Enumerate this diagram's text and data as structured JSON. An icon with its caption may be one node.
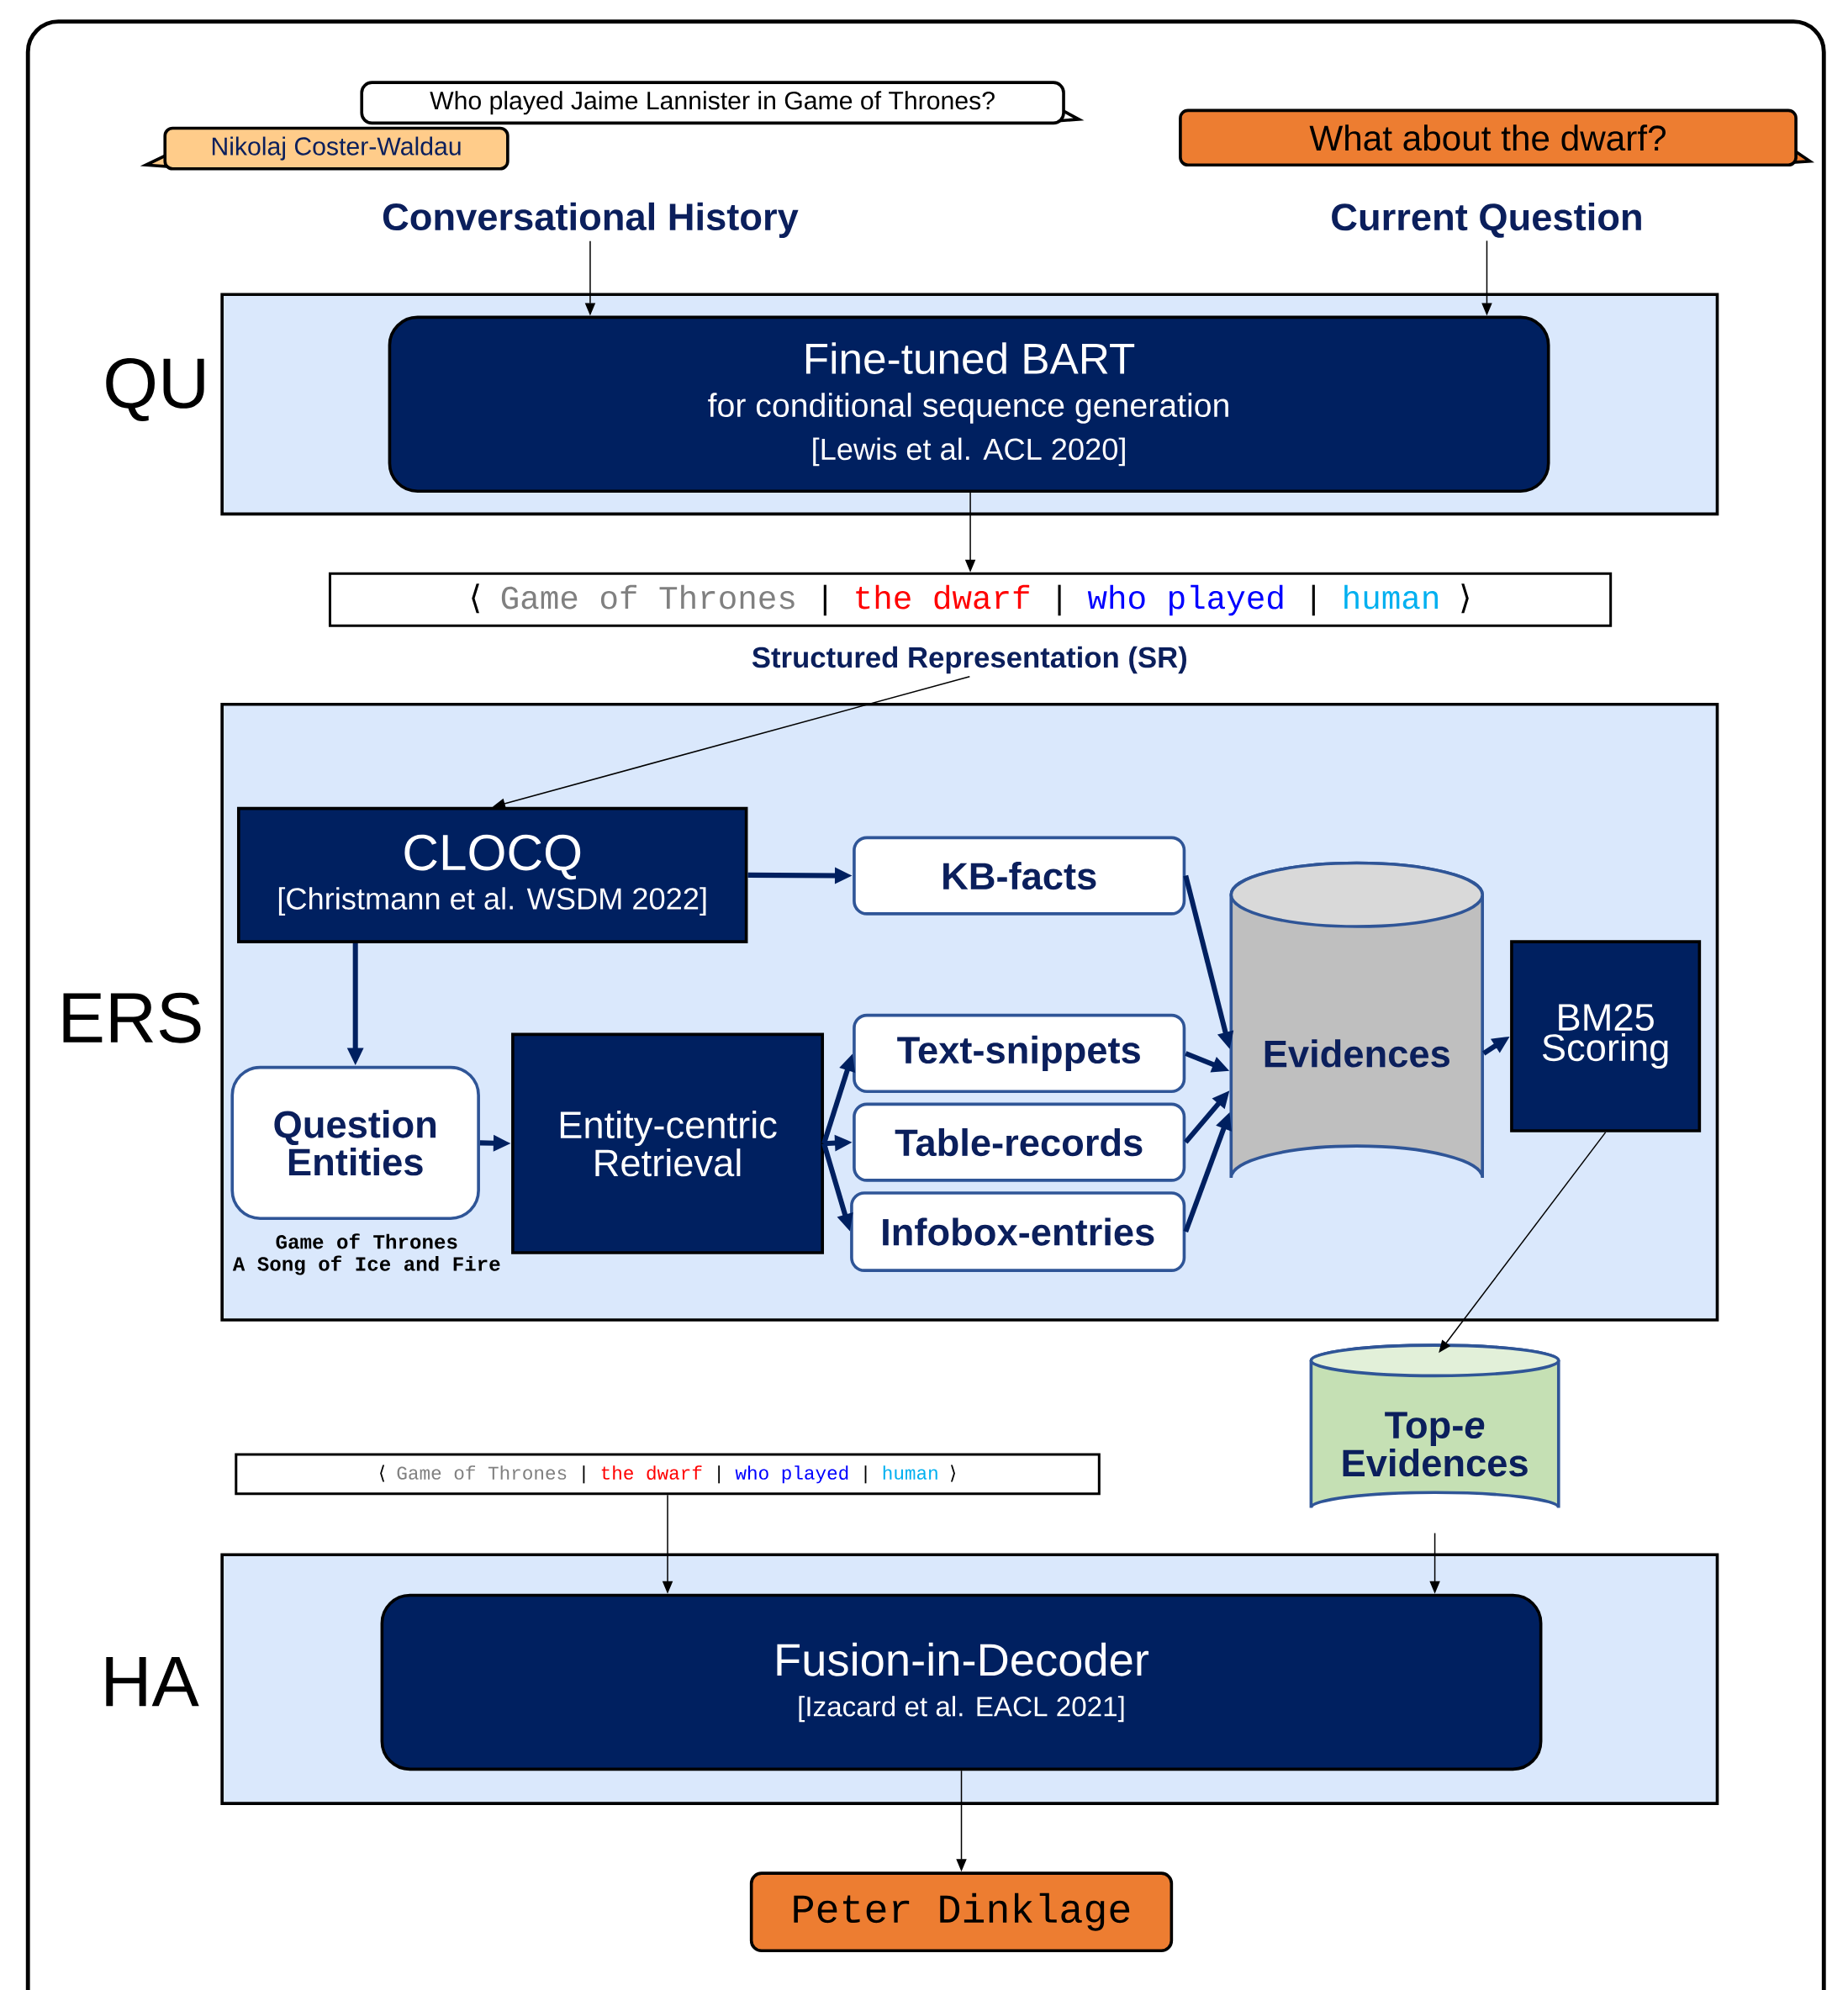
{
  "diagram": {
    "nodes": [
      {
        "text": [
          "Who played Jaime Lannister in Game of Thrones?"
        ]
      },
      {
        "text": [
          "Nikolaj Coster-Waldau"
        ]
      },
      {
        "text": [
          "What about the dwarf?"
        ]
      },
      {
        "text": [
          "Conversational History"
        ]
      },
      {
        "text": [
          "Current Question"
        ]
      },
      {
        "text": [
          "QU"
        ]
      },
      {
        "text": [
          "Fine-tuned BART",
          "for conditional sequence generation",
          "[Lewis et al. ACL 2020]"
        ],
        "in": 5
      },
      {
        "text": [
          "⟨",
          "Game of Thrones",
          "|",
          "the dwarf",
          "|",
          "who played",
          "|",
          "human",
          "⟩"
        ]
      },
      {
        "text": [
          "Structured Representation (SR)"
        ]
      },
      {
        "text": [
          "ERS"
        ]
      },
      {
        "text": [
          "CLOCQ",
          "[Christmann et al. WSDM 2022]"
        ],
        "in": 9
      },
      {
        "text": [
          "KB-facts"
        ],
        "in": 9
      },
      {
        "text": [
          "Question Entities"
        ],
        "in": 9,
        "beside": [
          "Game of Thrones",
          "A Song of Ice and Fire"
        ]
      },
      {
        "text": [
          "Entity-centric Retrieval"
        ],
        "in": 9
      },
      {
        "text": [
          "Text-snippets"
        ],
        "in": 9
      },
      {
        "text": [
          "Table-records"
        ],
        "in": 9
      },
      {
        "text": [
          "Infobox-entries"
        ],
        "in": 9
      },
      {
        "text": [
          "Evidences"
        ],
        "in": 9
      },
      {
        "text": [
          "BM25 Scoring"
        ],
        "in": 9
      },
      {
        "text": [
          "Top-*e* Evidences"
        ]
      },
      {
        "text": [
          "⟨",
          "Game of Thrones",
          "|",
          "the dwarf",
          "|",
          "who played",
          "|",
          "human",
          "⟩"
        ]
      },
      {
        "text": [
          "HA"
        ]
      },
      {
        "text": [
          "Fusion-in-Decoder",
          "[Izacard et al. EACL 2021]"
        ],
        "in": 21
      },
      {
        "text": [
          "Peter Dinklage"
        ]
      }
    ],
    "edges": [
      {
        "from": 3,
        "to": 6,
        "arrow": "to",
        "color": "#000000"
      },
      {
        "from": 4,
        "to": 6,
        "arrow": "to",
        "color": "#000000"
      },
      {
        "from": 6,
        "to": 7,
        "arrow": "to",
        "color": "#000000"
      },
      {
        "from": 8,
        "to": 10,
        "arrow": "to",
        "color": "#000000"
      },
      {
        "from": 10,
        "to": 11,
        "arrow": "to"
      },
      {
        "from": 10,
        "to": 12,
        "arrow": "to"
      },
      {
        "from": 12,
        "to": 13,
        "arrow": "to"
      },
      {
        "from": 13,
        "to": 14,
        "arrow": "to"
      },
      {
        "from": 13,
        "to": 15,
        "arrow": "to"
      },
      {
        "from": 13,
        "to": 16,
        "arrow": "to"
      },
      {
        "from": 11,
        "to": 17,
        "arrow": "to"
      },
      {
        "from": 14,
        "to": 17,
        "arrow": "to"
      },
      {
        "from": 15,
        "to": 17,
        "arrow": "to"
      },
      {
        "from": 16,
        "to": 17,
        "arrow": "to"
      },
      {
        "from": 17,
        "to": 18,
        "arrow": "to"
      },
      {
        "from": 18,
        "to": 19,
        "arrow": "to",
        "color": "#000000"
      },
      {
        "from": 20,
        "to": 22,
        "arrow": "to",
        "color": "#000000"
      },
      {
        "from": 19,
        "to": 22,
        "arrow": "to",
        "color": "#000000"
      },
      {
        "from": 22,
        "to": 23,
        "arrow": "to",
        "color": "#000000"
      }
    ]
  }
}
